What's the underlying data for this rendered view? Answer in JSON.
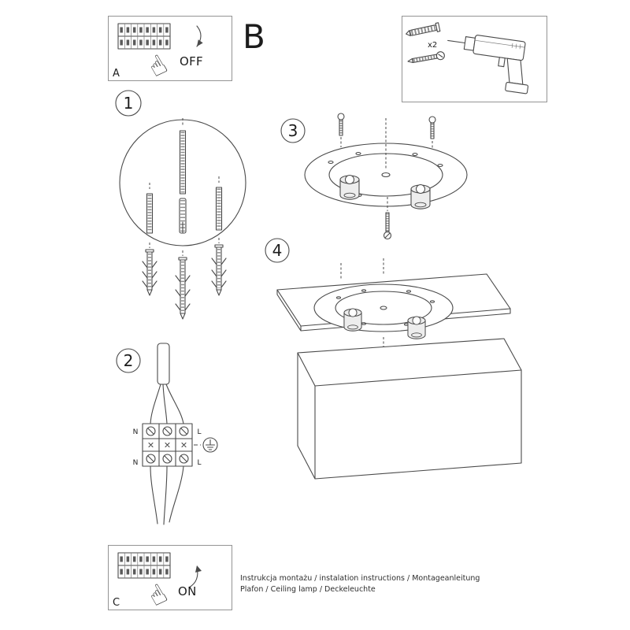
{
  "colors": {
    "background": "#ffffff",
    "line": "#4a4a4a",
    "border": "#949494",
    "text": "#1c1c1c"
  },
  "panel_a": {
    "letter": "A",
    "state": "OFF"
  },
  "section_b": {
    "letter": "B"
  },
  "panel_c": {
    "letter": "C",
    "state": "ON"
  },
  "tools_box": {
    "quantity_label": "x2"
  },
  "step_badges": {
    "one": "1",
    "two": "2",
    "three": "3",
    "four": "4"
  },
  "wiring_labels": {
    "top_left": "N",
    "top_right": "L",
    "bottom_left": "N",
    "bottom_right": "L"
  },
  "icons": {
    "pointing_hand": "☝"
  },
  "footer": {
    "line1": "Instrukcja montażu / instalation instructions / Montageanleitung",
    "line2": "Plafon / Ceiling lamp / Deckeleuchte"
  }
}
